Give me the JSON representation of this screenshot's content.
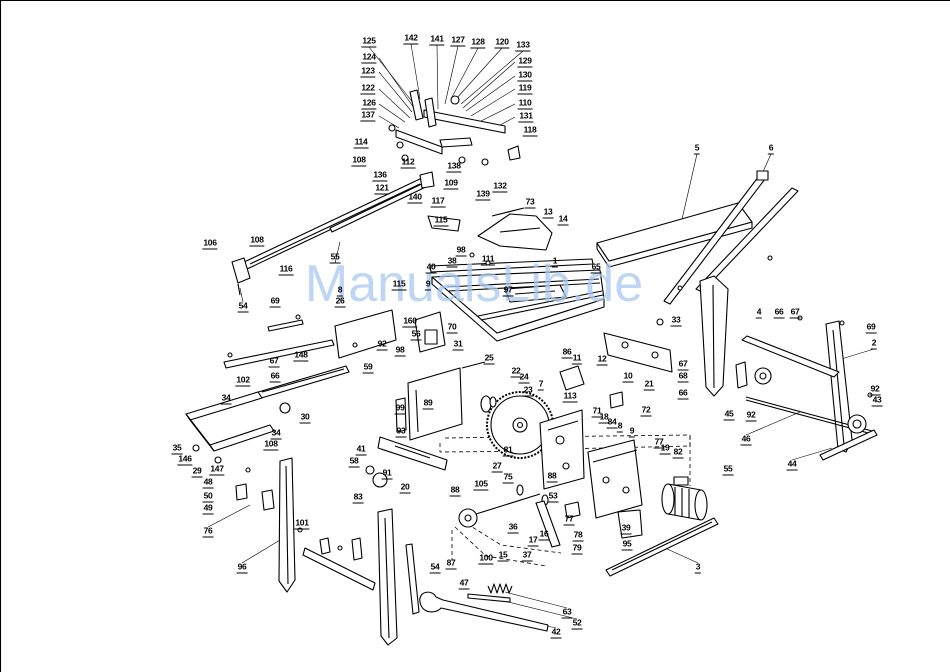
{
  "watermark": {
    "text": "ManualsLib.de"
  },
  "colors": {
    "line": "#000000",
    "background": "#ffffff",
    "watermark": "#a9c9f0"
  },
  "part_labels": [
    "125",
    "142",
    "141",
    "127",
    "128",
    "120",
    "133",
    "124",
    "129",
    "123",
    "130",
    "122",
    "119",
    "126",
    "110",
    "137",
    "131",
    "118",
    "114",
    "108",
    "112",
    "138",
    "136",
    "121",
    "109",
    "140",
    "139",
    "117",
    "132",
    "5",
    "6",
    "73",
    "13",
    "14",
    "115",
    "106",
    "108",
    "55",
    "116",
    "98",
    "111",
    "38",
    "1",
    "65",
    "40",
    "115",
    "9",
    "97",
    "8",
    "26",
    "54",
    "69",
    "160",
    "56",
    "70",
    "31",
    "92",
    "98",
    "33",
    "4",
    "66",
    "67",
    "69",
    "2",
    "67",
    "148",
    "66",
    "59",
    "25",
    "86",
    "11",
    "12",
    "67",
    "68",
    "21",
    "66",
    "22",
    "24",
    "7",
    "10",
    "23",
    "113",
    "72",
    "102",
    "45",
    "92",
    "92",
    "43",
    "34",
    "30",
    "99",
    "89",
    "71",
    "18",
    "84",
    "8",
    "46",
    "34",
    "108",
    "93",
    "9",
    "77",
    "19",
    "82",
    "81",
    "35",
    "41",
    "146",
    "58",
    "27",
    "147",
    "29",
    "91",
    "20",
    "44",
    "55",
    "48",
    "75",
    "88",
    "50",
    "105",
    "88",
    "83",
    "53",
    "49",
    "76",
    "77",
    "39",
    "36",
    "16",
    "17",
    "78",
    "95",
    "101",
    "100",
    "15",
    "37",
    "79",
    "87",
    "96",
    "54",
    "3",
    "47",
    "63",
    "52",
    "42"
  ]
}
